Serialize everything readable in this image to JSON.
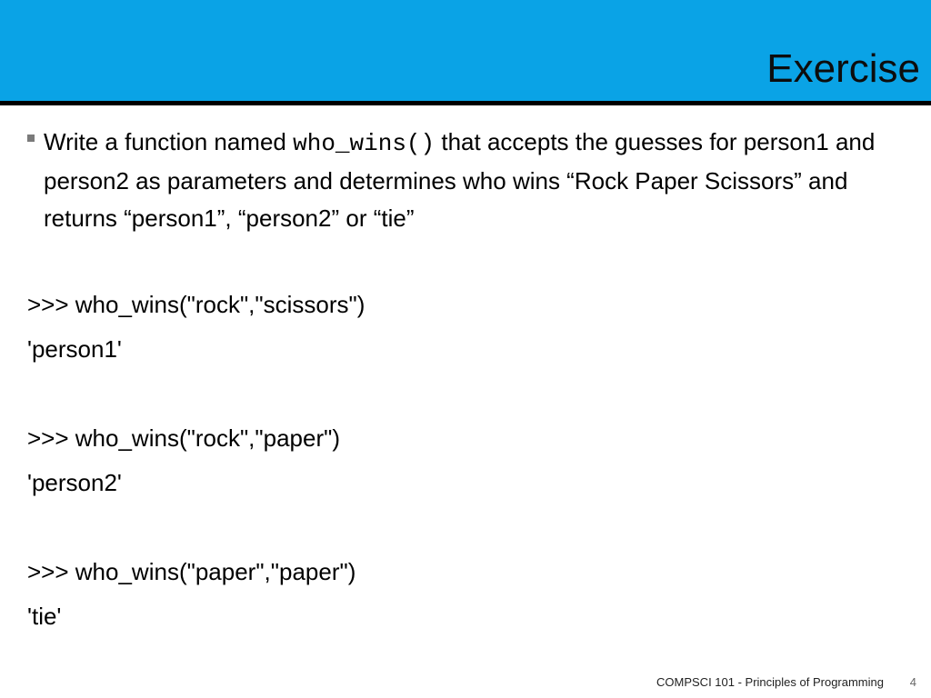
{
  "slide": {
    "title": "Exercise",
    "bullet": {
      "text_before": "Write a function  named ",
      "code": "who_wins()",
      "text_after": " that accepts the guesses for person1 and person2 as parameters and determines who wins “Rock Paper Scissors” and returns “person1”, “person2” or “tie”"
    },
    "examples": [
      {
        "call": ">>> who_wins(\"rock\",\"scissors\")",
        "result": "'person1'"
      },
      {
        "call": ">>> who_wins(\"rock\",\"paper\")",
        "result": "'person2'"
      },
      {
        "call": ">>> who_wins(\"paper\",\"paper\")",
        "result": "'tie'"
      }
    ],
    "footer": "COMPSCI 101 - Principles of Programming",
    "page_number": "4"
  },
  "colors": {
    "header_bg": "#0aa3e6",
    "header_rule": "#000000",
    "bullet": "#7a7a7a"
  }
}
